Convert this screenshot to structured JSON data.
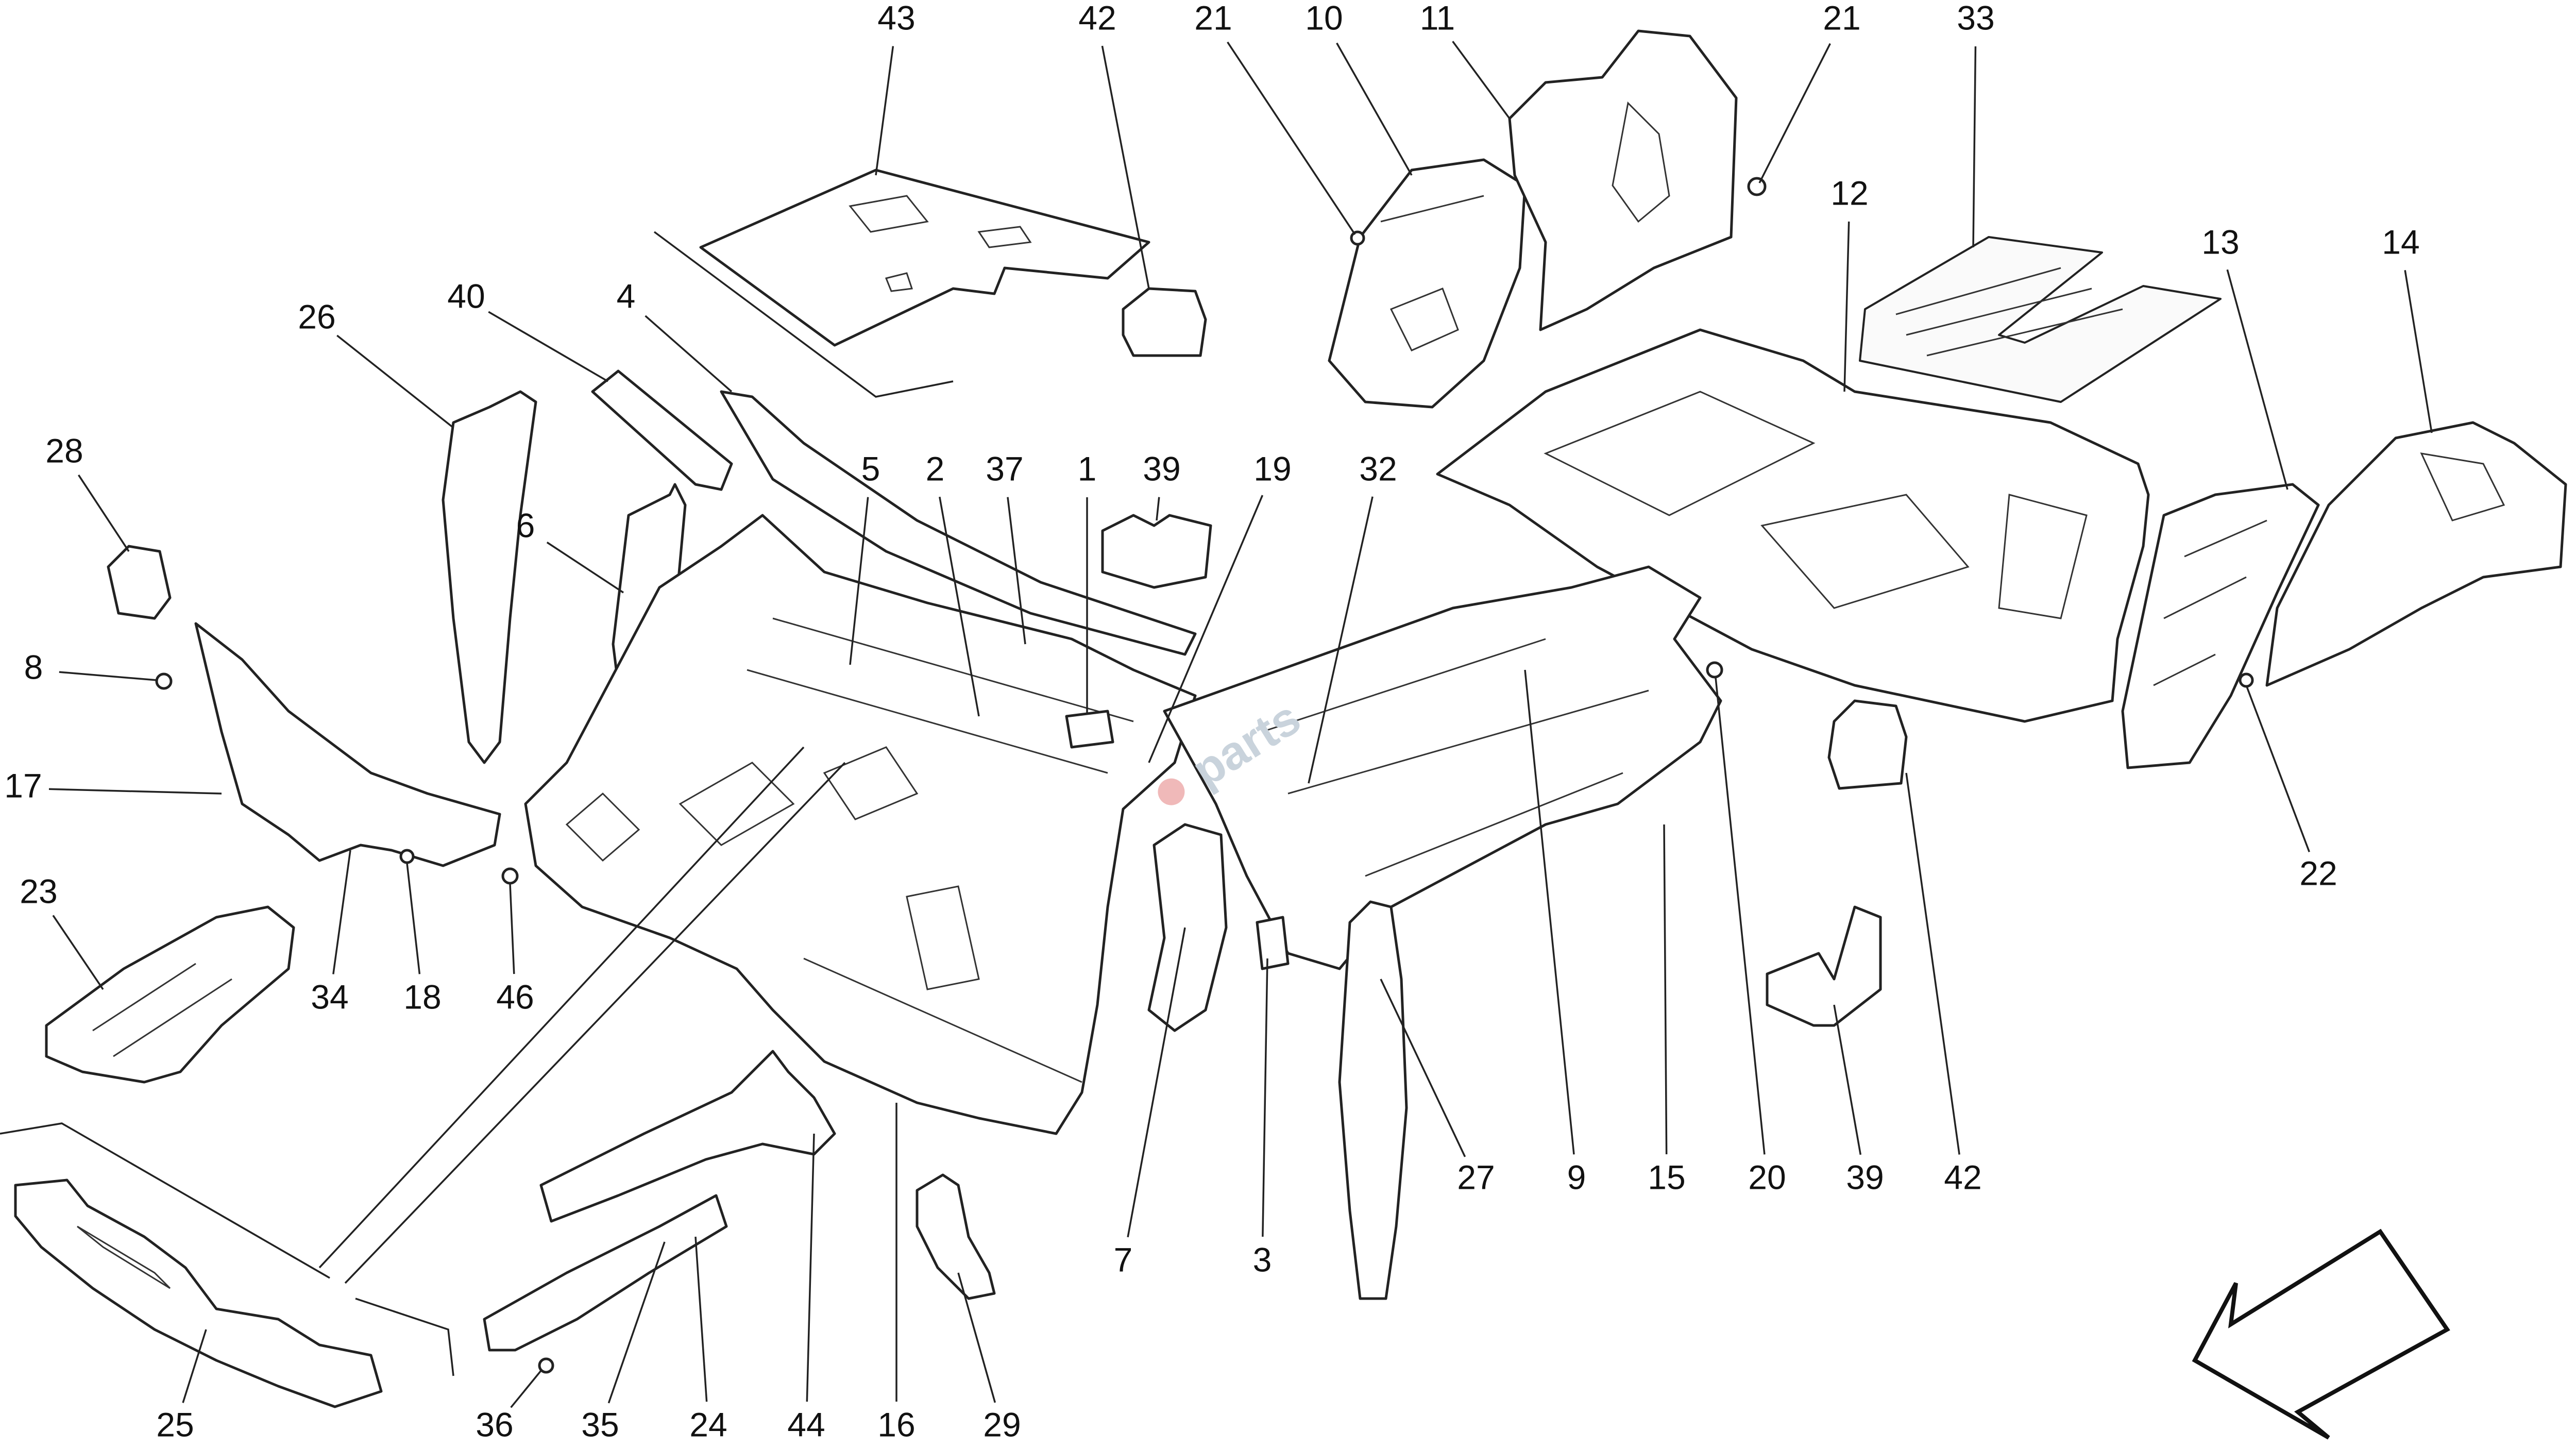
{
  "diagram": {
    "type": "exploded-parts-view",
    "watermark": "parts",
    "callouts": [
      {
        "id": "c43a",
        "label": "43"
      },
      {
        "id": "c42a",
        "label": "42"
      },
      {
        "id": "c21a",
        "label": "21"
      },
      {
        "id": "c10",
        "label": "10"
      },
      {
        "id": "c11",
        "label": "11"
      },
      {
        "id": "c21b",
        "label": "21"
      },
      {
        "id": "c33",
        "label": "33"
      },
      {
        "id": "c12",
        "label": "12"
      },
      {
        "id": "c13",
        "label": "13"
      },
      {
        "id": "c14",
        "label": "14"
      },
      {
        "id": "c26",
        "label": "26"
      },
      {
        "id": "c40",
        "label": "40"
      },
      {
        "id": "c4",
        "label": "4"
      },
      {
        "id": "c28",
        "label": "28"
      },
      {
        "id": "c6",
        "label": "6"
      },
      {
        "id": "c5",
        "label": "5"
      },
      {
        "id": "c2",
        "label": "2"
      },
      {
        "id": "c37",
        "label": "37"
      },
      {
        "id": "c1",
        "label": "1"
      },
      {
        "id": "c39a",
        "label": "39"
      },
      {
        "id": "c19",
        "label": "19"
      },
      {
        "id": "c32",
        "label": "32"
      },
      {
        "id": "c8",
        "label": "8"
      },
      {
        "id": "c17",
        "label": "17"
      },
      {
        "id": "c22",
        "label": "22"
      },
      {
        "id": "c23",
        "label": "23"
      },
      {
        "id": "c34",
        "label": "34"
      },
      {
        "id": "c18",
        "label": "18"
      },
      {
        "id": "c46",
        "label": "46"
      },
      {
        "id": "c27",
        "label": "27"
      },
      {
        "id": "c9",
        "label": "9"
      },
      {
        "id": "c15",
        "label": "15"
      },
      {
        "id": "c20",
        "label": "20"
      },
      {
        "id": "c39b",
        "label": "39"
      },
      {
        "id": "c42b",
        "label": "42"
      },
      {
        "id": "c7",
        "label": "7"
      },
      {
        "id": "c3",
        "label": "3"
      },
      {
        "id": "c25",
        "label": "25"
      },
      {
        "id": "c36",
        "label": "36"
      },
      {
        "id": "c35",
        "label": "35"
      },
      {
        "id": "c24",
        "label": "24"
      },
      {
        "id": "c44",
        "label": "44"
      },
      {
        "id": "c16",
        "label": "16"
      },
      {
        "id": "c29",
        "label": "29"
      }
    ]
  }
}
